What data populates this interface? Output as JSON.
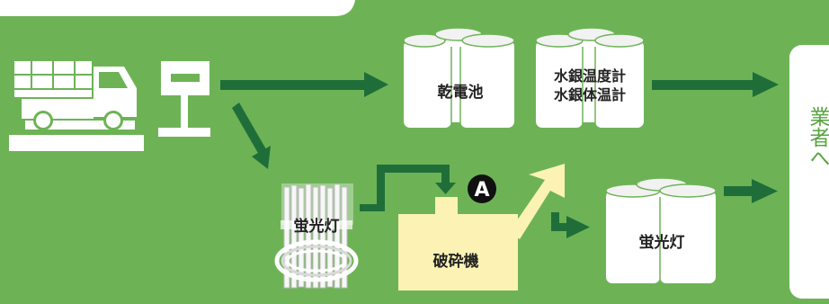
{
  "labels": {
    "battery": "乾電池",
    "mercury_line1": "水銀温度計",
    "mercury_line2": "水銀体温計",
    "fluor_input": "蛍光灯",
    "crusher": "破砕機",
    "crusher_badge": "A",
    "fluor_output": "蛍光灯",
    "destination": "業者へ"
  },
  "colors": {
    "background": "#6db356",
    "arrow": "#1f6e3a",
    "container": "#ffffff",
    "machine": "#fbf2b4",
    "badge": "#111111"
  },
  "icons": {
    "truck": "truck-on-scale-icon",
    "scale": "platform-scale-icon",
    "tubes": "fluorescent-tubes-icon"
  }
}
